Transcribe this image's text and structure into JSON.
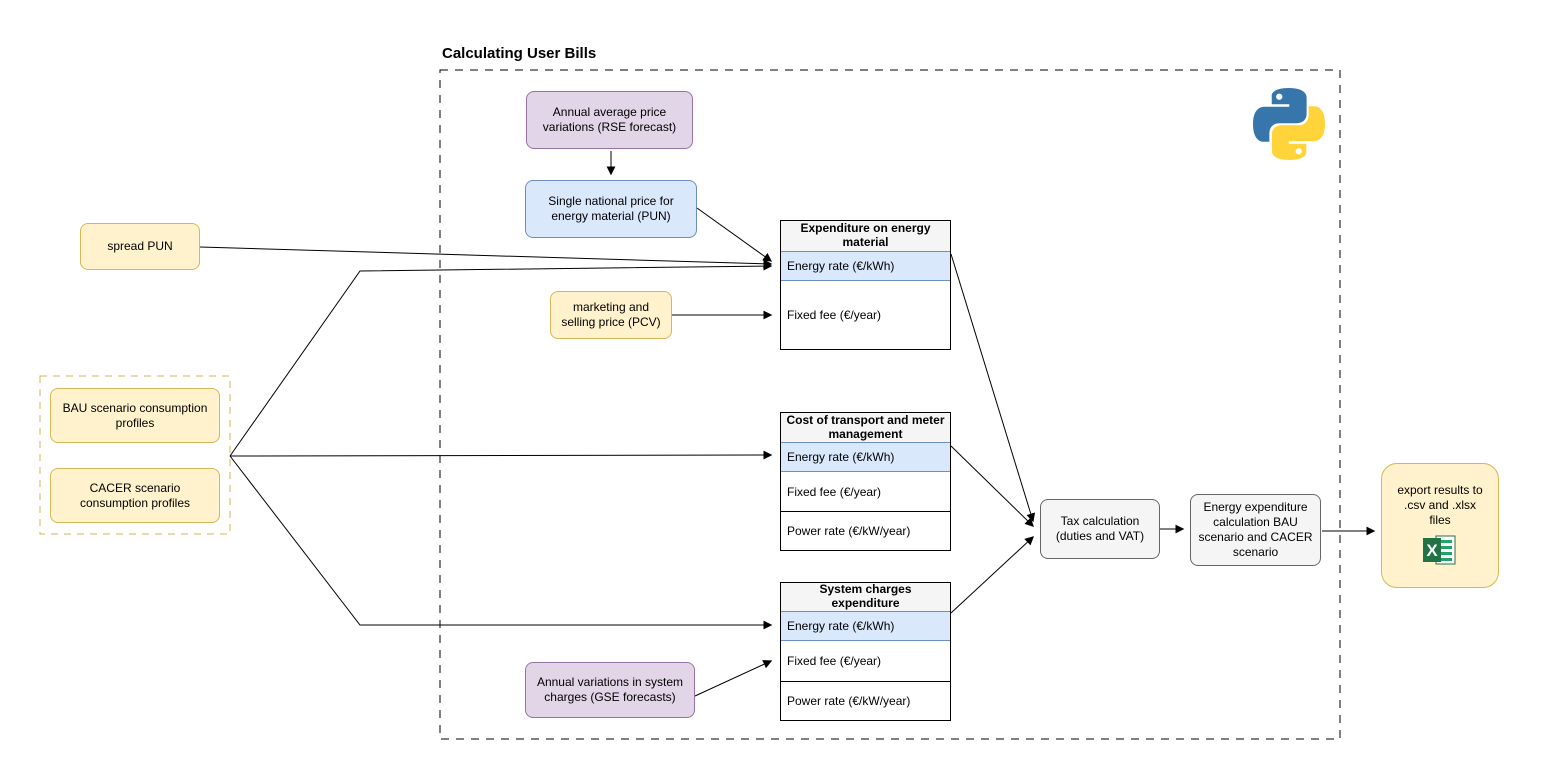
{
  "diagram_title": "Calculating User Bills",
  "nodes": {
    "rse_forecast": {
      "label": "Annual average price variations (RSE forecast)"
    },
    "pun": {
      "label": "Single national price for energy material (PUN)"
    },
    "spread_pun": {
      "label": "spread PUN"
    },
    "pcv": {
      "label": "marketing and selling price (PCV)"
    },
    "bau_profiles": {
      "label": "BAU scenario consumption profiles"
    },
    "cacer_profiles": {
      "label": "CACER scenario consumption profiles"
    },
    "gse_forecasts": {
      "label": "Annual variations in system charges (GSE forecasts)"
    },
    "tax_calculation": {
      "label": "Tax calculation (duties and VAT)"
    },
    "energy_expenditure": {
      "label": "Energy expenditure calculation BAU scenario and CACER scenario"
    },
    "export_results": {
      "label": "export results to .csv and .xlsx files"
    }
  },
  "tables": [
    {
      "title": "Expenditure on energy material",
      "rows": [
        {
          "label": "Energy rate (€/kWh)",
          "highlighted": true
        },
        {
          "label": "Fixed fee (€/year)",
          "highlighted": false
        }
      ]
    },
    {
      "title": "Cost of transport and meter management",
      "rows": [
        {
          "label": "Energy rate (€/kWh)",
          "highlighted": true
        },
        {
          "label": "Fixed fee (€/year)",
          "highlighted": false
        },
        {
          "label": "Power rate (€/kW/year)",
          "highlighted": false
        }
      ]
    },
    {
      "title": "System charges expenditure",
      "rows": [
        {
          "label": "Energy rate (€/kWh)",
          "highlighted": true
        },
        {
          "label": "Fixed fee (€/year)",
          "highlighted": false
        },
        {
          "label": "Power rate (€/kW/year)",
          "highlighted": false
        }
      ]
    }
  ],
  "icons": {
    "python_logo": "python-logo",
    "excel_icon": "excel-icon"
  },
  "colors": {
    "yellow_fill": "#FFF2CC",
    "yellow_border": "#D6B656",
    "purple_fill": "#E1D5E7",
    "purple_border": "#9673A6",
    "blue_fill": "#DAE8FC",
    "blue_border": "#6C8EBF",
    "gray_fill": "#F5F5F5",
    "gray_border": "#666666",
    "highlight_row_fill": "#DAE8FC",
    "highlight_row_border": "#6C8EBF",
    "edge_color": "#000000",
    "python_blue": "#3776AB",
    "python_yellow": "#FFD43B",
    "excel_green": "#217346"
  }
}
